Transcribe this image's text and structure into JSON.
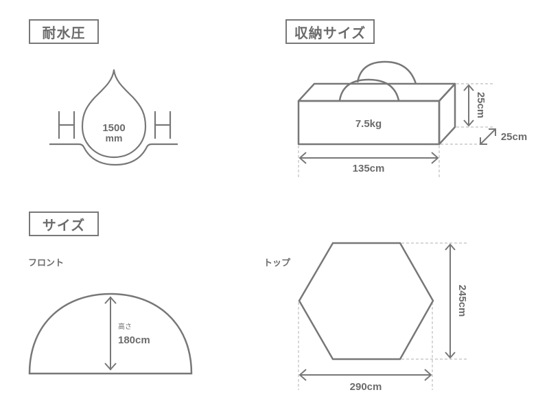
{
  "sections": {
    "water_pressure": {
      "title": "耐水圧",
      "value": "1500",
      "unit": "mm"
    },
    "storage_size": {
      "title": "収納サイズ",
      "weight": "7.5kg",
      "length": "135cm",
      "height": "25cm",
      "depth": "25cm"
    },
    "size": {
      "title": "サイズ",
      "front": {
        "label": "フロント",
        "height_label": "高さ",
        "height_value": "180cm"
      },
      "top": {
        "label": "トップ",
        "width_value": "290cm",
        "depth_value": "245cm"
      }
    }
  },
  "colors": {
    "line": "#777777",
    "text": "#6b6b6b",
    "dashed": "#bdbdbd"
  }
}
